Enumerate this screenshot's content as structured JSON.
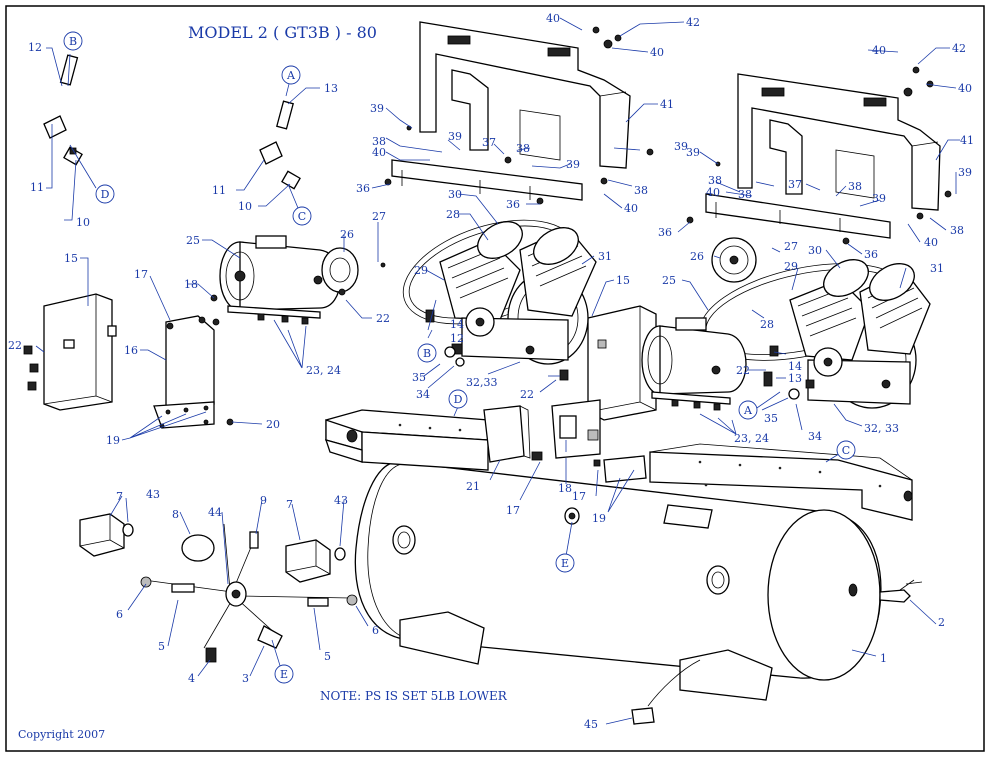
{
  "title": "MODEL 2 ( GT3B ) - 80",
  "note": "NOTE: PS IS SET 5LB LOWER",
  "copyright": "Copyright 2007",
  "callout_letters": [
    "A",
    "B",
    "C",
    "D",
    "E"
  ],
  "callouts": [
    {
      "id": "c12a",
      "label": "12"
    },
    {
      "id": "c11a",
      "label": "11"
    },
    {
      "id": "c10a",
      "label": "10"
    },
    {
      "id": "c13a",
      "label": "13"
    },
    {
      "id": "c11b",
      "label": "11"
    },
    {
      "id": "c10b",
      "label": "10"
    },
    {
      "id": "c25a",
      "label": "25"
    },
    {
      "id": "c26a",
      "label": "26"
    },
    {
      "id": "c22a",
      "label": "22"
    },
    {
      "id": "c2324a",
      "label": "23, 24"
    },
    {
      "id": "c27a",
      "label": "27"
    },
    {
      "id": "c15a",
      "label": "15"
    },
    {
      "id": "c22b",
      "label": "22"
    },
    {
      "id": "c17a",
      "label": "17"
    },
    {
      "id": "c18a",
      "label": "18"
    },
    {
      "id": "c16a",
      "label": "16"
    },
    {
      "id": "c19a",
      "label": "19"
    },
    {
      "id": "c20a",
      "label": "20"
    },
    {
      "id": "c40a",
      "label": "40"
    },
    {
      "id": "c42a",
      "label": "42"
    },
    {
      "id": "c40b",
      "label": "40"
    },
    {
      "id": "c41a",
      "label": "41"
    },
    {
      "id": "c39a",
      "label": "39"
    },
    {
      "id": "c38a",
      "label": "38"
    },
    {
      "id": "c39b",
      "label": "39"
    },
    {
      "id": "c37a",
      "label": "37"
    },
    {
      "id": "c38b",
      "label": "38"
    },
    {
      "id": "c39c",
      "label": "39"
    },
    {
      "id": "c40c",
      "label": "40"
    },
    {
      "id": "c39d",
      "label": "39"
    },
    {
      "id": "c36a",
      "label": "36"
    },
    {
      "id": "c36b",
      "label": "36"
    },
    {
      "id": "c38c",
      "label": "38"
    },
    {
      "id": "c40d",
      "label": "40"
    },
    {
      "id": "c28a",
      "label": "28"
    },
    {
      "id": "c30a",
      "label": "30"
    },
    {
      "id": "c31a",
      "label": "31"
    },
    {
      "id": "c29a",
      "label": "29"
    },
    {
      "id": "c14a",
      "label": "14"
    },
    {
      "id": "c12b",
      "label": "12"
    },
    {
      "id": "c35a",
      "label": "35"
    },
    {
      "id": "c34a",
      "label": "34"
    },
    {
      "id": "c3233a",
      "label": "32,33"
    },
    {
      "id": "c15b",
      "label": "15"
    },
    {
      "id": "c22c",
      "label": "22"
    },
    {
      "id": "c40e",
      "label": "40"
    },
    {
      "id": "c42b",
      "label": "42"
    },
    {
      "id": "c40f",
      "label": "40"
    },
    {
      "id": "c41b",
      "label": "41"
    },
    {
      "id": "c39e",
      "label": "39"
    },
    {
      "id": "c39f",
      "label": "39"
    },
    {
      "id": "c38d",
      "label": "38"
    },
    {
      "id": "c40g",
      "label": "40"
    },
    {
      "id": "c38e",
      "label": "38"
    },
    {
      "id": "c37b",
      "label": "37"
    },
    {
      "id": "c38f",
      "label": "38"
    },
    {
      "id": "c39g",
      "label": "39"
    },
    {
      "id": "c36c",
      "label": "36"
    },
    {
      "id": "c40h",
      "label": "40"
    },
    {
      "id": "c38g",
      "label": "38"
    },
    {
      "id": "c36d",
      "label": "36"
    },
    {
      "id": "c26b",
      "label": "26"
    },
    {
      "id": "c27b",
      "label": "27"
    },
    {
      "id": "c30b",
      "label": "30"
    },
    {
      "id": "c31b",
      "label": "31"
    },
    {
      "id": "c25b",
      "label": "25"
    },
    {
      "id": "c29b",
      "label": "29"
    },
    {
      "id": "c28b",
      "label": "28"
    },
    {
      "id": "c22d",
      "label": "22"
    },
    {
      "id": "c14b",
      "label": "14"
    },
    {
      "id": "c13b",
      "label": "13"
    },
    {
      "id": "c35b",
      "label": "35"
    },
    {
      "id": "c34b",
      "label": "34"
    },
    {
      "id": "c3233b",
      "label": "32, 33"
    },
    {
      "id": "c2324b",
      "label": "23, 24"
    },
    {
      "id": "c22e",
      "label": "22"
    },
    {
      "id": "c18b",
      "label": "18"
    },
    {
      "id": "c17b",
      "label": "17"
    },
    {
      "id": "c17c",
      "label": "17"
    },
    {
      "id": "c19b",
      "label": "19"
    },
    {
      "id": "c21a",
      "label": "21"
    },
    {
      "id": "c7a",
      "label": "7"
    },
    {
      "id": "c43a",
      "label": "43"
    },
    {
      "id": "c8a",
      "label": "8"
    },
    {
      "id": "c44a",
      "label": "44"
    },
    {
      "id": "c9a",
      "label": "9"
    },
    {
      "id": "c7b",
      "label": "7"
    },
    {
      "id": "c43b",
      "label": "43"
    },
    {
      "id": "c6a",
      "label": "6"
    },
    {
      "id": "c5a",
      "label": "5"
    },
    {
      "id": "c4a",
      "label": "4"
    },
    {
      "id": "c3a",
      "label": "3"
    },
    {
      "id": "c5b",
      "label": "5"
    },
    {
      "id": "c6b",
      "label": "6"
    },
    {
      "id": "c2a",
      "label": "2"
    },
    {
      "id": "c1a",
      "label": "1"
    },
    {
      "id": "c45a",
      "label": "45"
    }
  ]
}
